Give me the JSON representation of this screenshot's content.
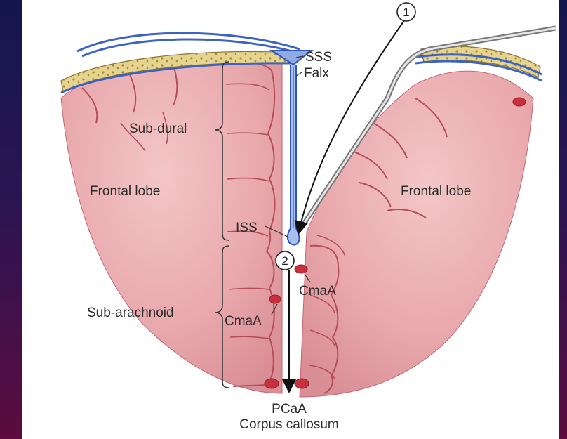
{
  "labels": {
    "sss": "SSS",
    "falx": "Falx",
    "sub_dural": "Sub-dural",
    "frontal_lobe_left": "Frontal lobe",
    "frontal_lobe_right": "Frontal lobe",
    "iss": "ISS",
    "step_1": "1",
    "step_2": "2",
    "cmaa_right": "CmaA",
    "cmaa_left": "CmaA",
    "sub_arachnoid": "Sub-arachnoid",
    "pcaa": "PCaA",
    "corpus_callosum": "Corpus callosum"
  },
  "colors": {
    "background_top": "#15164e",
    "background_bottom": "#5c0c3e",
    "brain_tissue": "#e9aaad",
    "brain_outline": "#b94a55",
    "bone": "#e4d18a",
    "dura_blue": "#3c63c4",
    "artery": "#c8303d"
  }
}
